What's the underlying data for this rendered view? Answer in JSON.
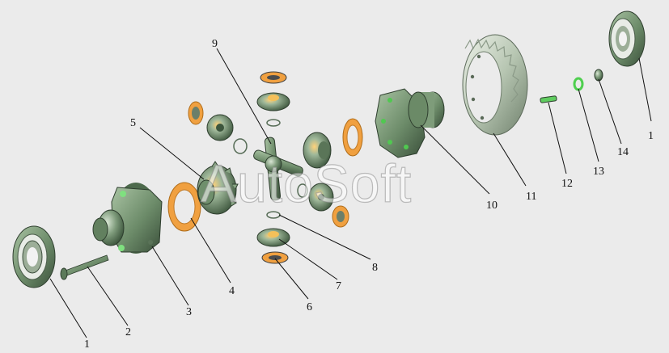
{
  "watermark": "AutoSoft",
  "callouts": {
    "c1_left": "1",
    "c1_right": "1",
    "c2": "2",
    "c3": "3",
    "c4": "4",
    "c5": "5",
    "c6": "6",
    "c7": "7",
    "c8": "8",
    "c9": "9",
    "c10": "10",
    "c11": "11",
    "c12": "12",
    "c13": "13",
    "c14": "14"
  },
  "colors": {
    "background": "#ebebeb",
    "metal": "#6f8f6f",
    "metal_light": "#b9cfb4",
    "shim_orange": "#f0a040",
    "ring_gear": "#c8d4c4",
    "callout_line": "#111111"
  }
}
